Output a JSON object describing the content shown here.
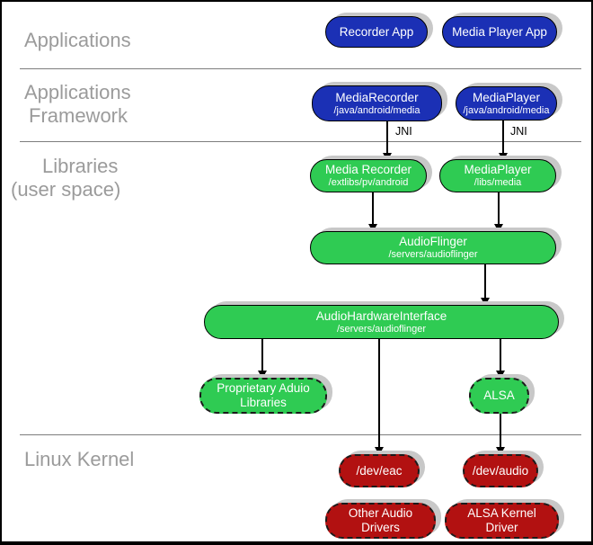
{
  "colors": {
    "app_blue": "#1b30b5",
    "lib_green": "#2fcb53",
    "kernel_red": "#b21111",
    "label_gray": "#9b9b9b",
    "shadow_gray": "#c8c8c8"
  },
  "layer_labels": [
    {
      "lines": [
        "Applications"
      ]
    },
    {
      "lines": [
        "Applications",
        "Framework"
      ]
    },
    {
      "lines": [
        "Libraries",
        "(user space)"
      ]
    },
    {
      "lines": [
        "Linux Kernel"
      ]
    }
  ],
  "edge_labels": {
    "jni_left": "JNI",
    "jni_right": "JNI"
  },
  "nodes": [
    {
      "title": "Recorder App"
    },
    {
      "title": "Media Player App"
    },
    {
      "title": "MediaRecorder",
      "subtitle": "/java/android/media"
    },
    {
      "title": "MediaPlayer",
      "subtitle": "/java/android/media"
    },
    {
      "title": "Media Recorder",
      "subtitle": "/extlibs/pv/android"
    },
    {
      "title": "MediaPlayer",
      "subtitle": "/libs/media"
    },
    {
      "title": "AudioFlinger",
      "subtitle": "/servers/audioflinger"
    },
    {
      "title": "AudioHardwareInterface",
      "subtitle": "/servers/audioflinger"
    },
    {
      "title": "Proprietary Aduio Libraries"
    },
    {
      "title": "ALSA"
    },
    {
      "title": "/dev/eac"
    },
    {
      "title": "/dev/audio"
    },
    {
      "title": "Other Audio Drivers"
    },
    {
      "title": "ALSA Kernel Driver"
    }
  ]
}
